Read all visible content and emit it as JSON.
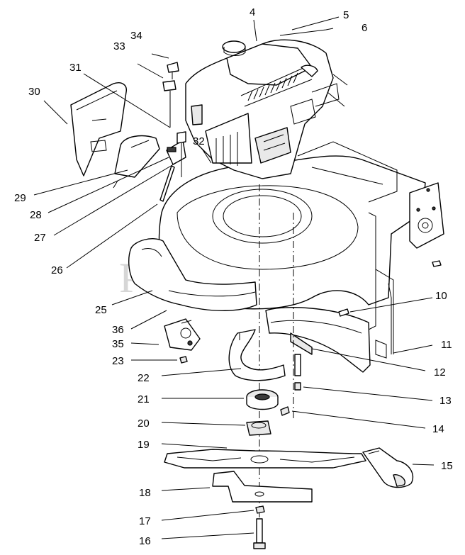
{
  "watermark": "PartsTree",
  "callouts": [
    "4",
    "5",
    "6",
    "34",
    "33",
    "31",
    "30",
    "32",
    "29",
    "28",
    "27",
    "26",
    "25",
    "36",
    "35",
    "23",
    "22",
    "21",
    "20",
    "19",
    "18",
    "17",
    "16",
    "10",
    "11",
    "12",
    "13",
    "14",
    "15"
  ]
}
